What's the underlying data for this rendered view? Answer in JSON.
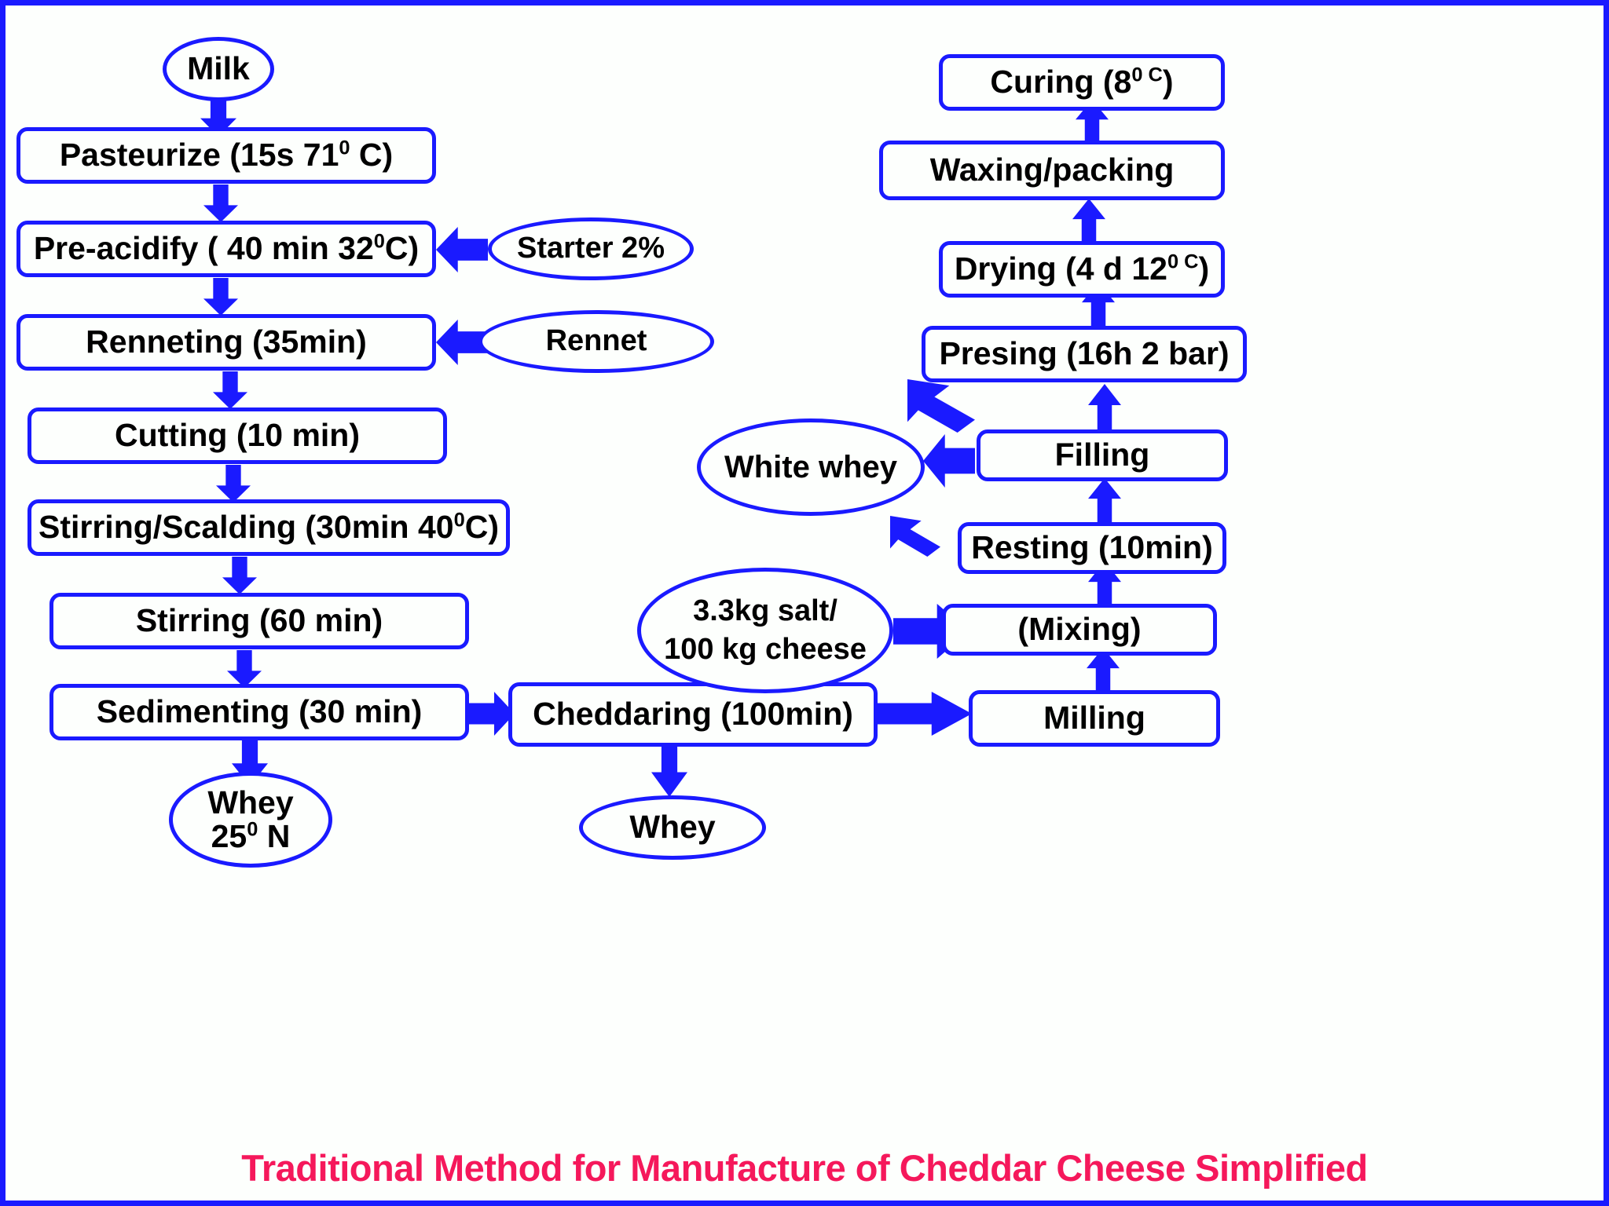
{
  "figure": {
    "caption": "Traditional Method  for Manufacture of Cheddar Cheese Simplified",
    "caption_color": "#f5185b",
    "frame_color": "#1a1aff",
    "node_border_color": "#1a1aff",
    "node_fill_color": "#fdfffd",
    "arrow_color": "#1a1aff",
    "text_color": "#000000",
    "background_color": "#fdfffd"
  },
  "chart_data": {
    "type": "flowchart",
    "title": "Traditional Method  for Manufacture of Cheddar Cheese Simplified",
    "nodes": [
      {
        "id": "milk",
        "label": "Milk",
        "shape": "ellipse",
        "column": "left"
      },
      {
        "id": "pasteurize",
        "label": "Pasteurize (15s 71⁰ C)",
        "shape": "box",
        "column": "left"
      },
      {
        "id": "preacidify",
        "label": "Pre-acidify ( 40 min 32⁰C)",
        "shape": "box",
        "column": "left"
      },
      {
        "id": "starter",
        "label": "Starter 2%",
        "shape": "ellipse",
        "column": "left-aux"
      },
      {
        "id": "renneting",
        "label": "Renneting (35min)",
        "shape": "box",
        "column": "left"
      },
      {
        "id": "rennet",
        "label": "Rennet",
        "shape": "ellipse",
        "column": "left-aux"
      },
      {
        "id": "cutting",
        "label": "Cutting (10 min)",
        "shape": "box",
        "column": "left"
      },
      {
        "id": "stirring_scald",
        "label": "Stirring/Scalding (30min 40⁰C)",
        "shape": "box",
        "column": "left"
      },
      {
        "id": "stirring",
        "label": "Stirring (60 min)",
        "shape": "box",
        "column": "left"
      },
      {
        "id": "sedimenting",
        "label": "Sedimenting (30 min)",
        "shape": "box",
        "column": "left"
      },
      {
        "id": "whey_25n",
        "label": "Whey\n25⁰ N",
        "shape": "ellipse",
        "column": "left"
      },
      {
        "id": "cheddaring",
        "label": "Cheddaring (100min)",
        "shape": "box",
        "column": "middle"
      },
      {
        "id": "whey",
        "label": "Whey",
        "shape": "ellipse",
        "column": "middle"
      },
      {
        "id": "salt",
        "label": "3.3kg salt/\n100 kg cheese",
        "shape": "ellipse",
        "column": "middle"
      },
      {
        "id": "white_whey",
        "label": "White whey",
        "shape": "ellipse",
        "column": "middle"
      },
      {
        "id": "milling",
        "label": "Milling",
        "shape": "box",
        "column": "right"
      },
      {
        "id": "mixing",
        "label": "(Mixing)",
        "shape": "box",
        "column": "right"
      },
      {
        "id": "resting",
        "label": "Resting (10min)",
        "shape": "box",
        "column": "right"
      },
      {
        "id": "filling",
        "label": "Filling",
        "shape": "box",
        "column": "right"
      },
      {
        "id": "presing",
        "label": "Presing (16h 2 bar)",
        "shape": "box",
        "column": "right"
      },
      {
        "id": "drying",
        "label": "Drying (4 d 12⁰ C)",
        "shape": "box",
        "column": "right"
      },
      {
        "id": "waxing",
        "label": "Waxing/packing",
        "shape": "box",
        "column": "right"
      },
      {
        "id": "curing",
        "label": "Curing (8⁰ C)",
        "shape": "box",
        "column": "right"
      }
    ],
    "edges": [
      {
        "from": "milk",
        "to": "pasteurize",
        "direction": "down"
      },
      {
        "from": "pasteurize",
        "to": "preacidify",
        "direction": "down"
      },
      {
        "from": "starter",
        "to": "preacidify",
        "direction": "left"
      },
      {
        "from": "preacidify",
        "to": "renneting",
        "direction": "down"
      },
      {
        "from": "rennet",
        "to": "renneting",
        "direction": "left"
      },
      {
        "from": "renneting",
        "to": "cutting",
        "direction": "down"
      },
      {
        "from": "cutting",
        "to": "stirring_scald",
        "direction": "down"
      },
      {
        "from": "stirring_scald",
        "to": "stirring",
        "direction": "down"
      },
      {
        "from": "stirring",
        "to": "sedimenting",
        "direction": "down"
      },
      {
        "from": "sedimenting",
        "to": "whey_25n",
        "direction": "down"
      },
      {
        "from": "sedimenting",
        "to": "cheddaring",
        "direction": "right"
      },
      {
        "from": "cheddaring",
        "to": "whey",
        "direction": "down"
      },
      {
        "from": "cheddaring",
        "to": "milling",
        "direction": "right"
      },
      {
        "from": "milling",
        "to": "mixing",
        "direction": "up"
      },
      {
        "from": "salt",
        "to": "mixing",
        "direction": "right"
      },
      {
        "from": "mixing",
        "to": "resting",
        "direction": "up"
      },
      {
        "from": "resting",
        "to": "white_whey",
        "direction": "upleft"
      },
      {
        "from": "resting",
        "to": "filling",
        "direction": "up"
      },
      {
        "from": "filling",
        "to": "white_whey",
        "direction": "left"
      },
      {
        "from": "filling",
        "to": "presing",
        "direction": "up"
      },
      {
        "from": "presing",
        "to": "white_whey",
        "direction": "upleft"
      },
      {
        "from": "presing",
        "to": "drying",
        "direction": "up"
      },
      {
        "from": "drying",
        "to": "waxing",
        "direction": "up"
      },
      {
        "from": "waxing",
        "to": "curing",
        "direction": "up"
      }
    ]
  },
  "labels": {
    "milk": "Milk",
    "pasteurize_a": "Pasteurize (15s 71",
    "pasteurize_sup": "0",
    "pasteurize_b": " C)",
    "preacidify_a": "Pre-acidify ( 40 min 32",
    "preacidify_sup": "0",
    "preacidify_b": "C)",
    "starter": "Starter 2%",
    "renneting": "Renneting (35min)",
    "rennet": "Rennet",
    "cutting": "Cutting (10 min)",
    "scalding_a": "Stirring/Scalding (30min 40",
    "scalding_sup": "0",
    "scalding_b": "C)",
    "stirring": "Stirring (60 min)",
    "sedimenting": "Sedimenting (30 min)",
    "whey25_line1": "Whey",
    "whey25_line2a": "25",
    "whey25_sup": "0",
    "whey25_line2b": " N",
    "cheddaring": "Cheddaring (100min)",
    "whey": "Whey",
    "salt_line1": "3.3kg salt/",
    "salt_line2": "100 kg cheese",
    "white_whey": "White whey",
    "milling": "Milling",
    "mixing": "(Mixing)",
    "resting": "Resting (10min)",
    "filling": "Filling",
    "presing": "Presing (16h 2 bar)",
    "drying_a": "Drying (4 d 12",
    "drying_sup": "0",
    "drying_sup_c": " C",
    "drying_b": ")",
    "waxing": "Waxing/packing",
    "curing_a": "Curing (8",
    "curing_sup": "0",
    "curing_sup_c": " C",
    "curing_b": ")"
  }
}
